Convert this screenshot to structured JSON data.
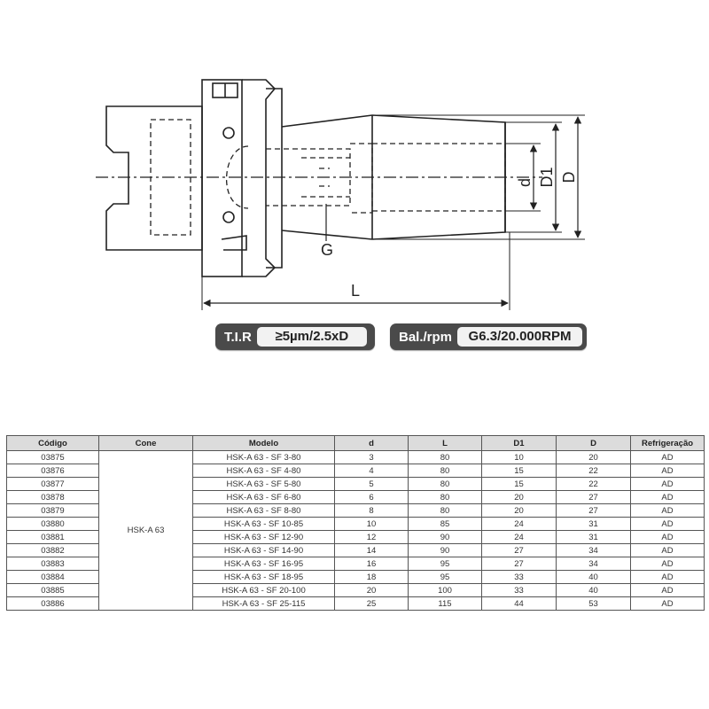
{
  "drawing": {
    "dim_labels": {
      "d": "d",
      "d1": "D1",
      "D": "D",
      "G": "G",
      "L": "L"
    }
  },
  "specs": {
    "tir": {
      "label": "T.I.R",
      "value": "≥5µm/2.5xD"
    },
    "bal": {
      "label": "Bal./rpm",
      "value": "G6.3/20.000RPM"
    }
  },
  "table": {
    "headers": [
      "Código",
      "Cone",
      "Modelo",
      "d",
      "L",
      "D1",
      "D",
      "Refrigeração"
    ],
    "cone": "HSK-A 63",
    "rows": [
      [
        "03875",
        "HSK-A 63 - SF 3-80",
        "3",
        "80",
        "10",
        "20",
        "AD"
      ],
      [
        "03876",
        "HSK-A 63 - SF 4-80",
        "4",
        "80",
        "15",
        "22",
        "AD"
      ],
      [
        "03877",
        "HSK-A 63 - SF 5-80",
        "5",
        "80",
        "15",
        "22",
        "AD"
      ],
      [
        "03878",
        "HSK-A 63 - SF 6-80",
        "6",
        "80",
        "20",
        "27",
        "AD"
      ],
      [
        "03879",
        "HSK-A 63 - SF 8-80",
        "8",
        "80",
        "20",
        "27",
        "AD"
      ],
      [
        "03880",
        "HSK-A 63 - SF 10-85",
        "10",
        "85",
        "24",
        "31",
        "AD"
      ],
      [
        "03881",
        "HSK-A 63 - SF 12-90",
        "12",
        "90",
        "24",
        "31",
        "AD"
      ],
      [
        "03882",
        "HSK-A 63 - SF 14-90",
        "14",
        "90",
        "27",
        "34",
        "AD"
      ],
      [
        "03883",
        "HSK-A 63 - SF 16-95",
        "16",
        "95",
        "27",
        "34",
        "AD"
      ],
      [
        "03884",
        "HSK-A 63 - SF 18-95",
        "18",
        "95",
        "33",
        "40",
        "AD"
      ],
      [
        "03885",
        "HSK-A 63 - SF 20-100",
        "20",
        "100",
        "33",
        "40",
        "AD"
      ],
      [
        "03886",
        "HSK-A 63 - SF 25-115",
        "25",
        "115",
        "44",
        "53",
        "AD"
      ]
    ]
  }
}
